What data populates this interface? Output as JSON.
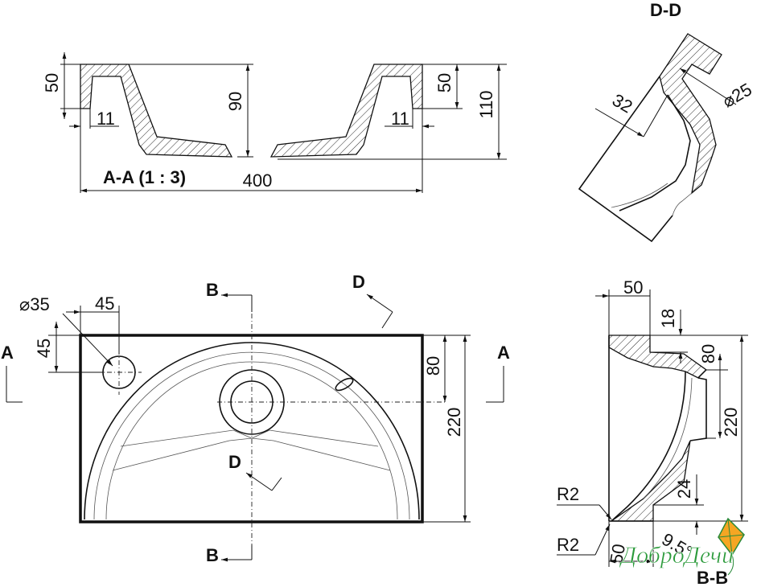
{
  "section_aa": {
    "title": "A-A  (1 : 3)",
    "dims": {
      "left_height": "50",
      "left_wall": "11",
      "inner_height": "90",
      "right_wall": "11",
      "right_height": "50",
      "total_height": "110",
      "width": "400"
    }
  },
  "section_dd": {
    "title": "D-D",
    "dims": {
      "depth": "32",
      "diameter": "⌀25"
    }
  },
  "plan_view": {
    "dims": {
      "hole_diameter": "⌀35",
      "hole_x": "45",
      "hole_y": "45",
      "drain_y": "80",
      "depth": "220"
    },
    "labels": {
      "section_a_left": "A",
      "section_a_right": "A",
      "section_b_top": "B",
      "section_b_bottom": "B",
      "section_d_top": "D",
      "section_d_mid": "D"
    }
  },
  "section_bb": {
    "title": "B-B",
    "dims": {
      "top_width": "50",
      "rim": "18",
      "drain": "80",
      "depth": "220",
      "bottom": "24",
      "radius_top": "R2",
      "radius_bottom": "R2",
      "bottom_offset": "50",
      "angle": "9.5°"
    }
  },
  "watermark": {
    "text": "ДоброДечи"
  }
}
